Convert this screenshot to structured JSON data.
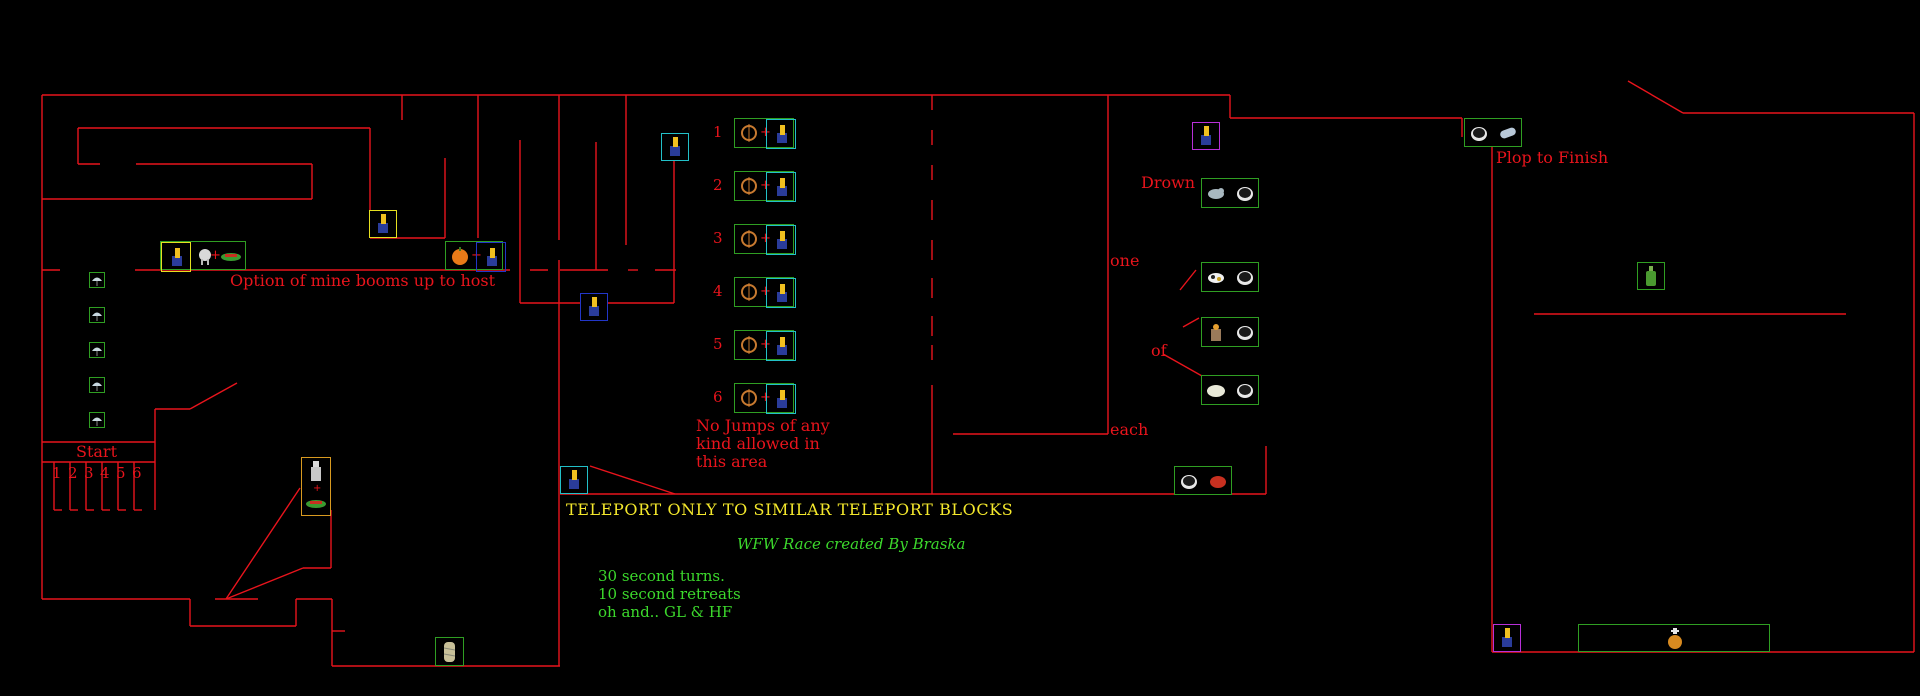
{
  "labels": {
    "start": "Start",
    "lanes": [
      "1",
      "2",
      "3",
      "4",
      "5",
      "6"
    ],
    "option_mine": "Option of mine booms up to host",
    "drown": "Drown",
    "one": "one",
    "of": "of",
    "each": "each",
    "plop": "Plop to Finish",
    "no_jumps": "No Jumps of any\nkind allowed in\nthis area",
    "teleport_rule": "TELEPORT ONLY TO SIMILAR TELEPORT BLOCKS",
    "credits": "WFW Race created By Braska",
    "rules": "30 second turns.\n10 second retreats\noh and.. GL & HF",
    "weapon_rows": [
      "1",
      "2",
      "3",
      "4",
      "5",
      "6"
    ],
    "plus": "+"
  },
  "icons": {
    "teleport": "teleport-icon",
    "parachute": "parachute-icon",
    "mine": "mine-icon",
    "rope": "ninja-rope-icon",
    "sheep": "sheep-icon",
    "girder": "girder-icon",
    "bungee": "bungee-icon",
    "jetpack": "jetpack-icon",
    "pot": "cauldron-icon",
    "dove": "dove-icon",
    "cow": "cow-icon",
    "grenade": "grenade-icon",
    "bottle": "bottle-icon",
    "armadillo": "armadillo-icon",
    "pumpkin": "pumpkin-icon",
    "mummy": "mummy-icon",
    "torch": "torch-icon"
  },
  "colors": {
    "background": "#000000",
    "walls": "#e8141c",
    "label_red": "#e8141c",
    "label_yellow": "#f4e82c",
    "label_green": "#3cd82c"
  }
}
